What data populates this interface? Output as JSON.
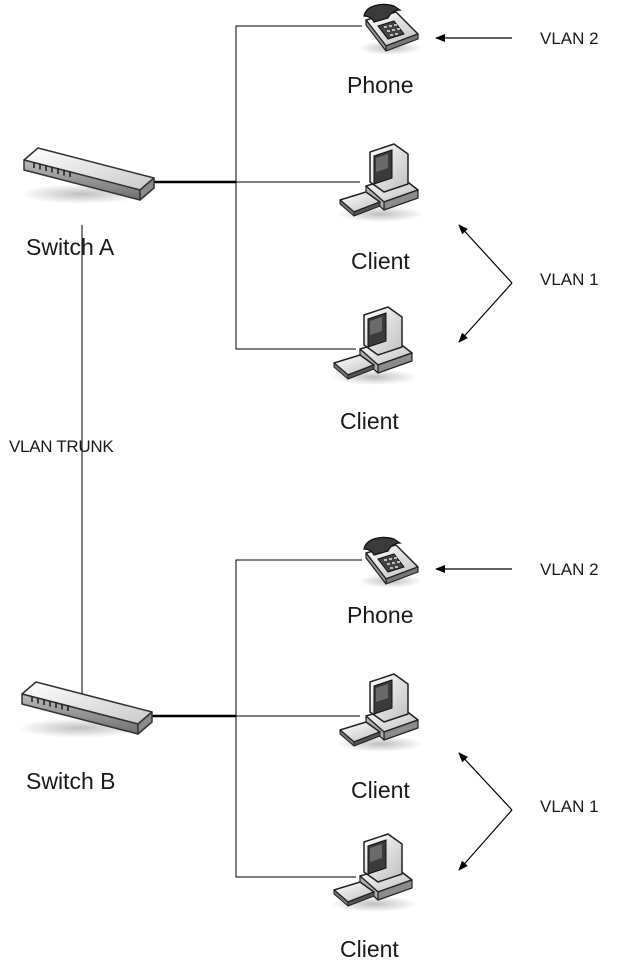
{
  "labels": {
    "switch_a": "Switch A",
    "switch_b": "Switch B",
    "trunk": "VLAN TRUNK",
    "top": {
      "phone": "Phone",
      "client_1": "Client",
      "client_2": "Client",
      "vlan_phone": "VLAN 2",
      "vlan_clients": "VLAN 1"
    },
    "bottom": {
      "phone": "Phone",
      "client_1": "Client",
      "client_2": "Client",
      "vlan_phone": "VLAN 2",
      "vlan_clients": "VLAN 1"
    }
  },
  "icons": {
    "switch": "network-switch-icon",
    "phone": "desk-phone-icon",
    "client": "desktop-computer-icon"
  }
}
